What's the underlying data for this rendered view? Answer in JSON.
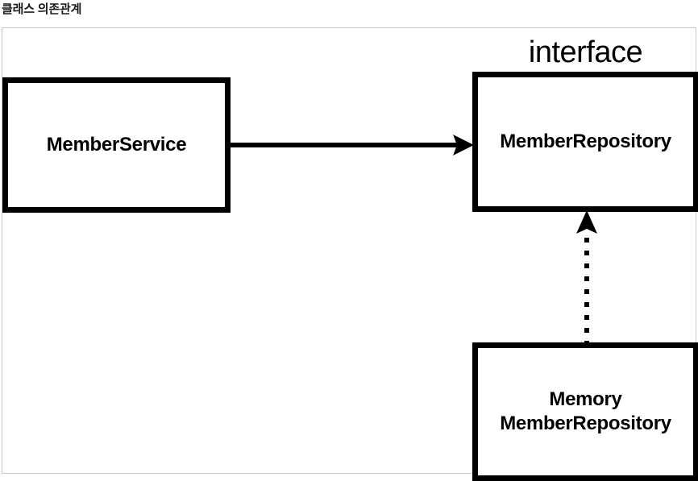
{
  "page": {
    "title": "클래스 의존관계"
  },
  "diagram": {
    "type": "uml-class-dependency",
    "stereotype_label": "interface",
    "nodes": [
      {
        "id": "member-service",
        "label": "MemberService",
        "lines": [
          "MemberService"
        ],
        "kind": "class"
      },
      {
        "id": "member-repository",
        "label": "MemberRepository",
        "lines": [
          "MemberRepository"
        ],
        "kind": "interface",
        "stereotype": "interface"
      },
      {
        "id": "memory-member-repository",
        "label": "Memory MemberRepository",
        "lines": [
          "Memory",
          "MemberRepository"
        ],
        "kind": "class"
      }
    ],
    "edges": [
      {
        "id": "dependency",
        "from": "member-service",
        "to": "member-repository",
        "style": "solid",
        "arrowhead": "filled-triangle",
        "direction": "right"
      },
      {
        "id": "realization",
        "from": "memory-member-repository",
        "to": "member-repository",
        "style": "dotted",
        "arrowhead": "filled-triangle",
        "direction": "up"
      }
    ]
  },
  "colors": {
    "stroke": "#000000",
    "background": "#ffffff",
    "container_border": "#c8c8c8",
    "title_text": "#1a1a1a"
  }
}
